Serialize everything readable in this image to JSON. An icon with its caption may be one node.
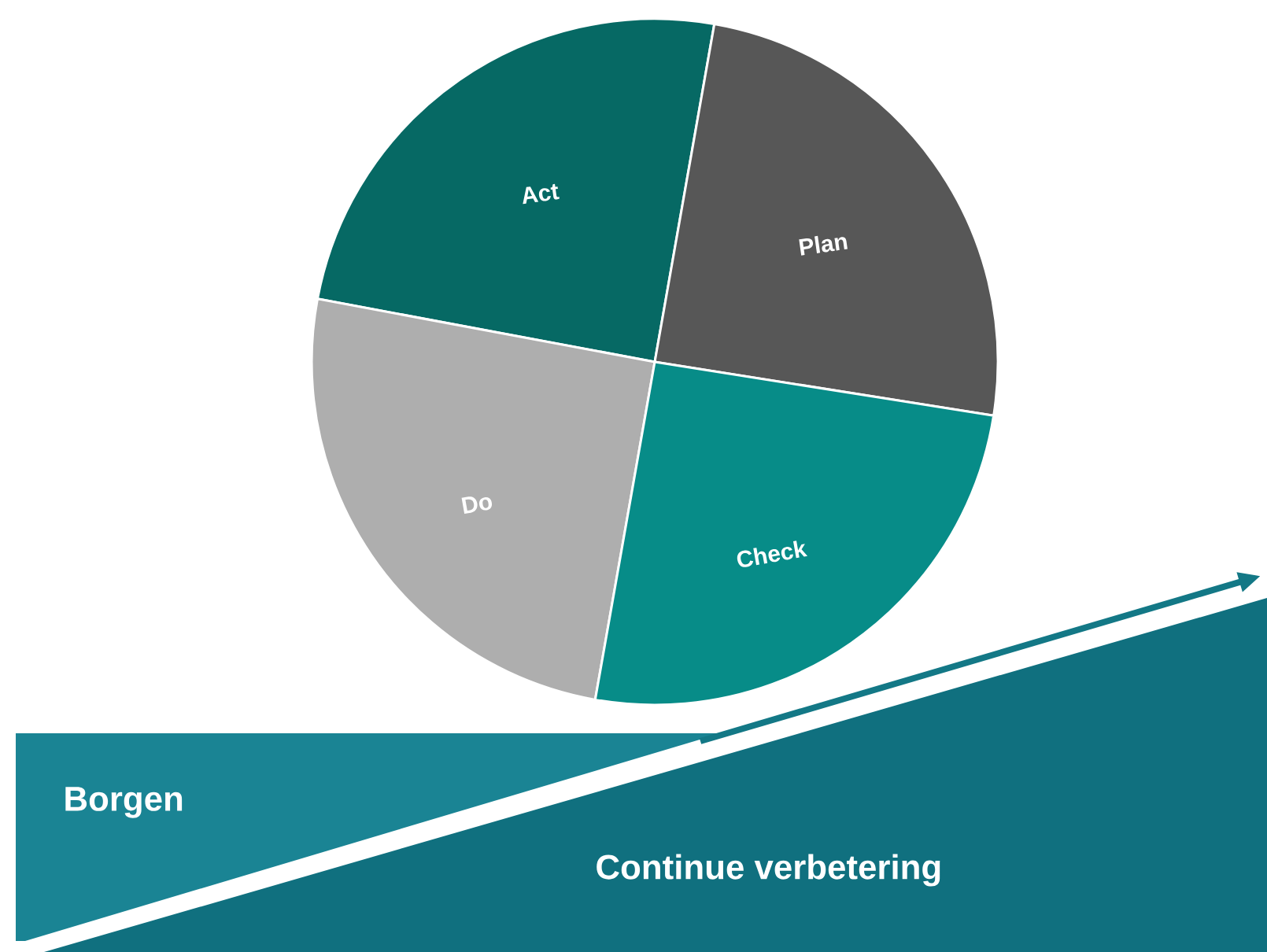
{
  "diagram": {
    "nodes": [
      {
        "text": [
          "Act"
        ]
      },
      {
        "text": [
          "Plan"
        ]
      },
      {
        "text": [
          "Do"
        ]
      },
      {
        "text": [
          "Check"
        ]
      },
      {
        "text": [
          "Borgen"
        ]
      },
      {
        "text": [
          "Continue verbetering"
        ]
      }
    ]
  }
}
